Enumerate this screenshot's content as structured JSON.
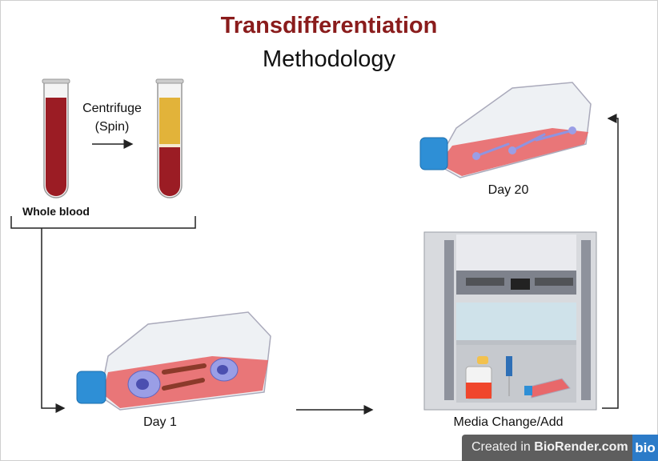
{
  "title": {
    "line1": "Transdifferentiation",
    "line2": "Methodology"
  },
  "labels": {
    "centrifuge": "Centrifuge",
    "spin": "(Spin)",
    "whole_blood": "Whole blood",
    "day1": "Day 1",
    "day20": "Day 20",
    "media_change": "Media Change/Add"
  },
  "badge": {
    "prefix": "Created in ",
    "brand": "BioRender.com",
    "logo": "bio"
  },
  "colors": {
    "title": "#8a1c1c",
    "blood": "#9b1c24",
    "plasma": "#e2b33a",
    "media": "#e8686a",
    "cap": "#2e8fd6",
    "badge": "#5e5e5e",
    "logo": "#2c7bc8"
  }
}
